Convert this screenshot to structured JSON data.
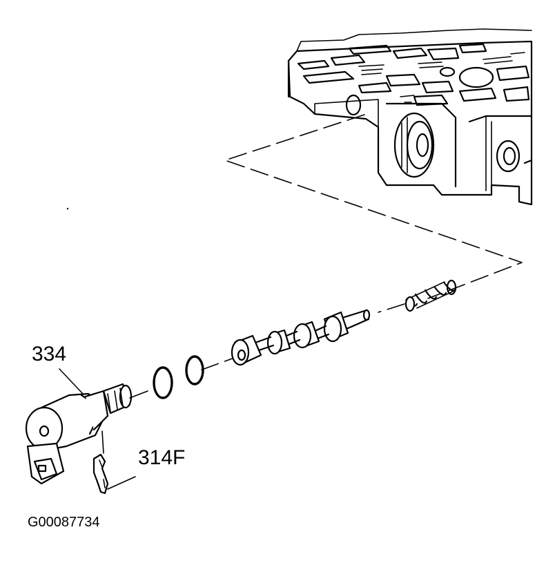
{
  "diagram": {
    "callouts": {
      "solenoid": "334",
      "retainer_clip": "314F"
    },
    "figure_id": "G00087734",
    "colors": {
      "ink": "#000000",
      "paper": "#ffffff"
    }
  }
}
